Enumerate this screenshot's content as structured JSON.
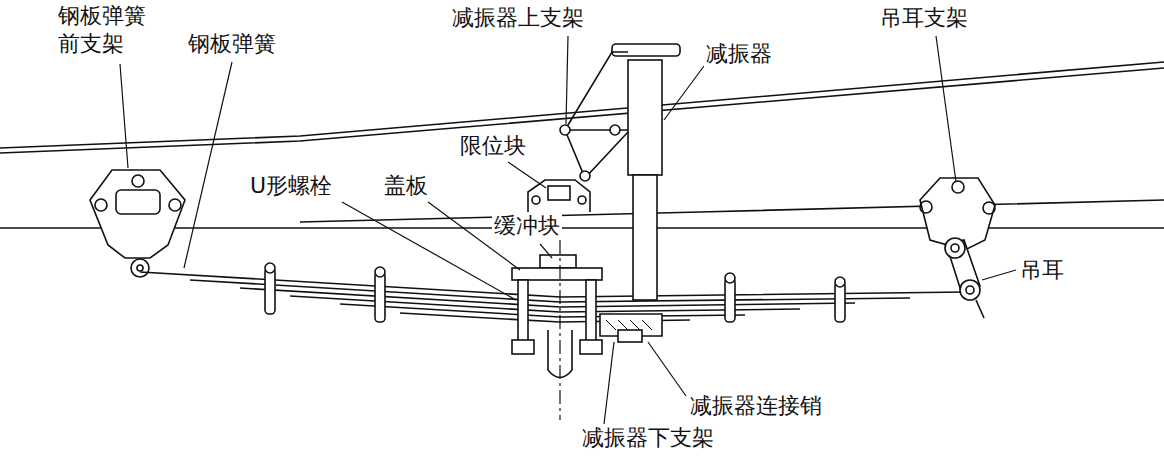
{
  "diagram": {
    "labels": [
      "钢板弹簧 前支架",
      "减振器上支架",
      "吊耳支架",
      "钢板弹簧",
      "减振器",
      "限位块",
      "U形螺栓",
      "盖板",
      "缓冲块",
      "吊耳",
      "减振器连接销",
      "减振器下支架"
    ]
  }
}
